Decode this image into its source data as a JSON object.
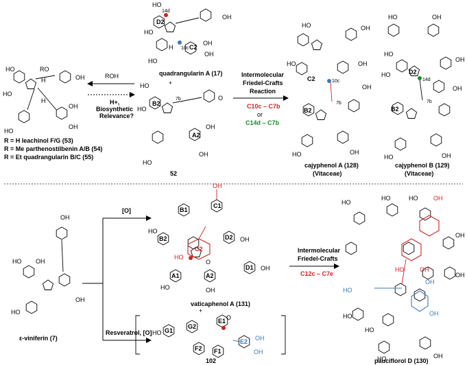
{
  "top": {
    "left_products": {
      "heading": "R = H   leachinol F/G (53)",
      "lines": [
        "R = H   leachinol F/G (53)",
        "R = Me  parthenostilbenin A/B (54)",
        "R = Et  quadrangularin B/C (55)"
      ]
    },
    "arrow_left_top": "ROH",
    "arrow_left_bottom_1": "H+,",
    "arrow_left_bottom_2": "Biosynthetic",
    "arrow_left_bottom_3": "Relevance?",
    "center_top_label": "quadrangularin A (17)",
    "center_plus": "+",
    "center_bottom_label": "52",
    "arrow_right_top_1": "Intermolecular",
    "arrow_right_top_2": "Friedel-Crafts",
    "arrow_right_top_3": "Reaction",
    "arrow_right_opt1": "C10c – C7b",
    "arrow_right_or": "or",
    "arrow_right_opt2": "C14d – C7b",
    "product1_name": "cajyphenol A (128)",
    "product1_family": "(Vitaceae)",
    "product2_name": "cajyphenol B (129)",
    "product2_family": "(Vitaceae)",
    "ring_labels": {
      "D2": "D2",
      "C2": "C2",
      "B2": "B2",
      "A2": "A2",
      "pos_14d": "14d",
      "pos_10c": "10c",
      "pos_7b": "7b"
    }
  },
  "bottom": {
    "start_label": "ε-viniferin (7)",
    "ox_label": "[O]",
    "resv_label": "Resveratrol, [O]",
    "mid_top_label": "vaticaphenol A (131)",
    "mid_plus": "+",
    "mid_bottom_label": "102",
    "arrow_1": "Intermolecular",
    "arrow_2": "Friedel-Crafts",
    "arrow_3": "C12c – C7e",
    "product_label": "pauciflorol D (130)",
    "ring_labels": {
      "B1": "B1",
      "C1": "C1",
      "B2": "B2",
      "C2": "C2",
      "D2": "D2",
      "A1": "A1",
      "A2": "A2",
      "D1": "D1",
      "E1": "E1",
      "G1": "G1",
      "G2": "G2",
      "F2": "F2",
      "E2": "E2",
      "F1": "F1"
    }
  },
  "colors": {
    "red": "#d42020",
    "green": "#1a8a2a",
    "blue": "#3a79b5"
  }
}
